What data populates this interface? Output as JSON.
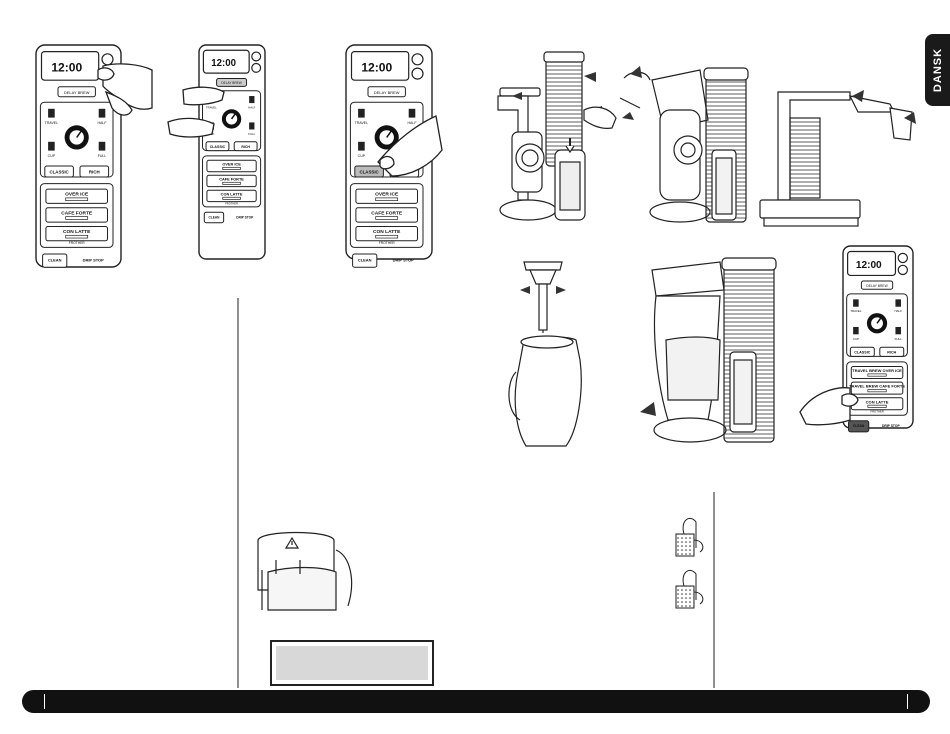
{
  "language_tab": "DANSK",
  "control_panels": [
    {
      "clock": "12:00",
      "delay_brew": "DELAY BREW",
      "sizes": [
        "TRAVEL",
        "HALF",
        "CUP",
        "FULL"
      ],
      "styles": [
        "CLASSIC",
        "RICH"
      ],
      "specialties": [
        "OVER ICE",
        "CAFE FORTE",
        "CON LATTE"
      ],
      "specialty_sub": "FROTHER",
      "clean": "CLEAN",
      "drip_stop": "DRIP STOP"
    },
    {
      "clock": "12:00",
      "delay_brew": "DELAY BREW",
      "sizes": [
        "TRAVEL",
        "HALF",
        "CUP",
        "FULL"
      ],
      "styles": [
        "CLASSIC",
        "RICH"
      ],
      "specialties": [
        "OVER ICE",
        "CAFE FORTE",
        "CON LATTE"
      ],
      "specialty_sub": "FROTHER",
      "clean": "CLEAN",
      "drip_stop": "DRIP STOP"
    },
    {
      "clock": "12:00",
      "delay_brew": "DELAY BREW",
      "sizes": [
        "TRAVEL",
        "HALF",
        "CUP",
        "FULL"
      ],
      "styles": [
        "CLASSIC",
        "RICH"
      ],
      "specialties": [
        "OVER ICE",
        "CAFE FORTE",
        "CON LATTE"
      ],
      "specialty_sub": "FROTHER",
      "clean": "CLEAN",
      "drip_stop": "DRIP STOP"
    }
  ],
  "clean_panel": {
    "clock": "12:00",
    "delay_brew": "DELAY BREW",
    "sizes": [
      "TRAVEL",
      "HALF",
      "CUP",
      "FULL"
    ],
    "styles": [
      "CLASSIC",
      "RICH"
    ],
    "specialties": [
      "TRAVEL BREW OVER ICE",
      "TRAVEL BREW CAFE FORTE",
      "CON LATTE"
    ],
    "specialty_sub": "FROTHER",
    "clean": "CLEAN",
    "drip_stop": "DRIP STOP"
  },
  "colors": {
    "ink": "#222222",
    "tab_bg": "#1a1a1a",
    "note_fill": "#d8d8d8",
    "highlight": "#555555"
  }
}
